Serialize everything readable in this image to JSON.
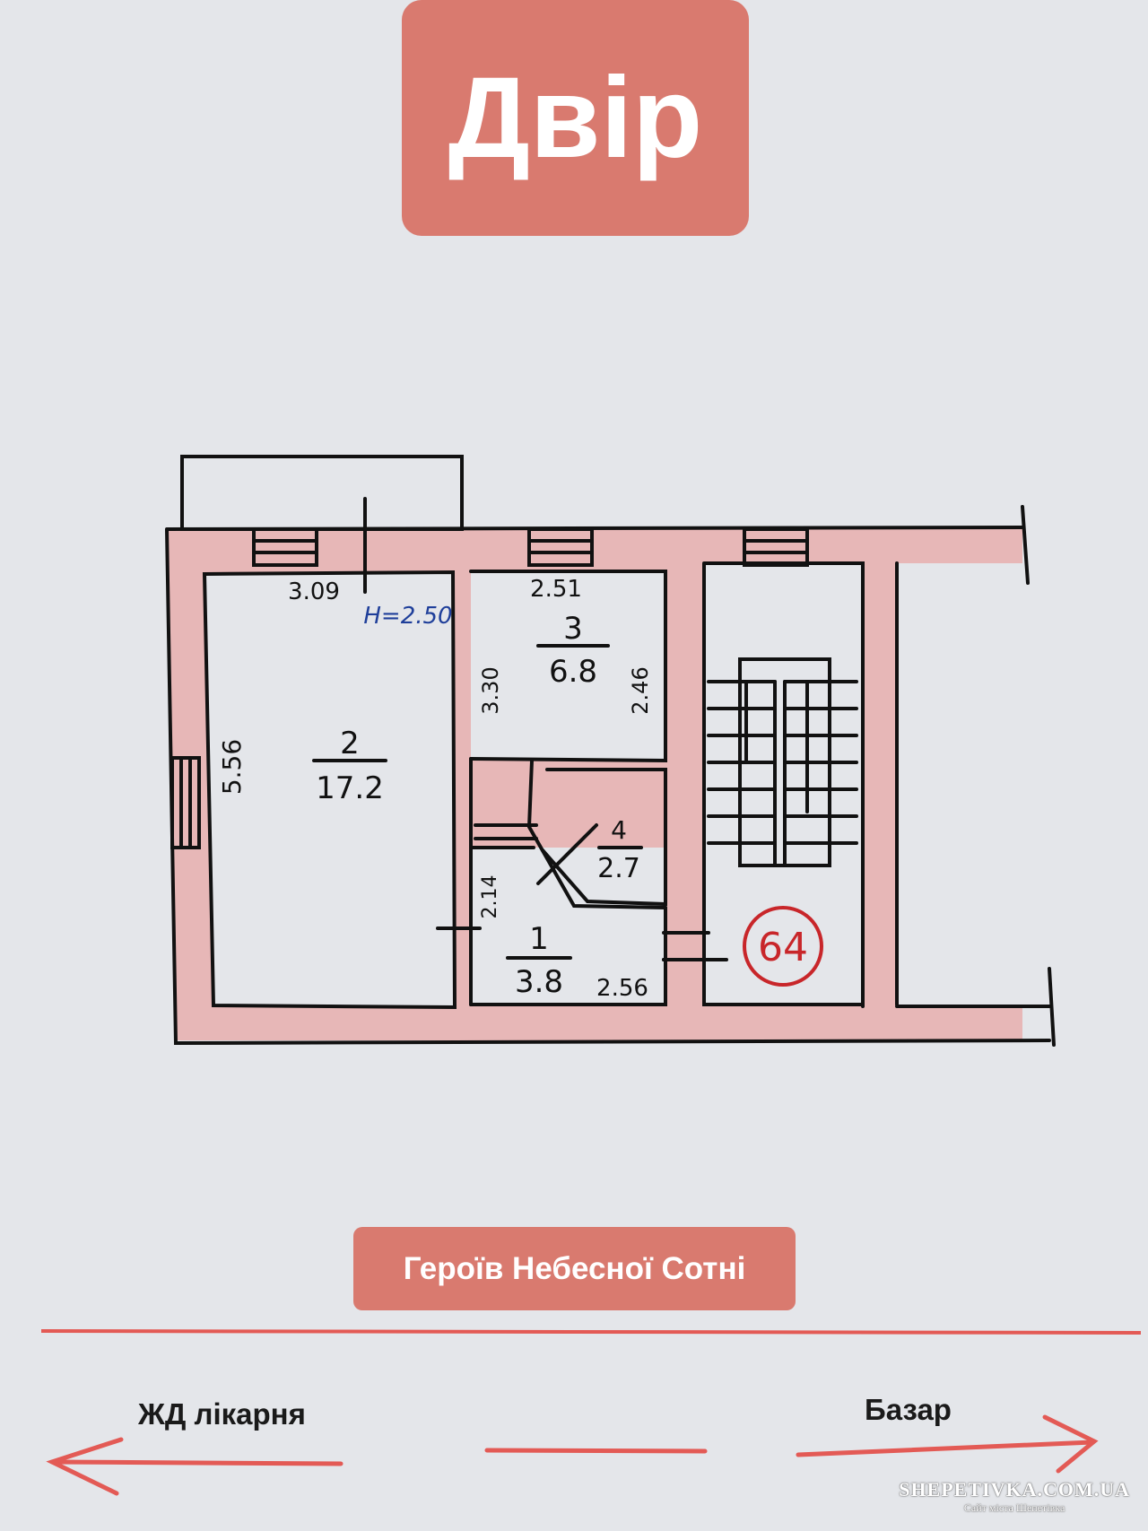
{
  "header": {
    "title": "Двір"
  },
  "street": {
    "name": "Героїв Небесної Сотні"
  },
  "directions": {
    "left": "ЖД лікарня",
    "right": "Базар"
  },
  "plan": {
    "ceiling_height": "H=2.50",
    "apartment_number": "64",
    "rooms": [
      {
        "number": "1",
        "area": "3.8"
      },
      {
        "number": "2",
        "area": "17.2"
      },
      {
        "number": "3",
        "area": "6.8"
      },
      {
        "number": "4",
        "area": "2.7"
      }
    ],
    "dimensions": {
      "room2_width": "3.09",
      "room2_length": "5.56",
      "room3_width": "2.51",
      "room3_length_left": "3.30",
      "room3_length_right": "2.46",
      "room1_width": "2.56",
      "room1_length": "2.14"
    }
  },
  "colors": {
    "accent": "#d97a6f",
    "wall_fill": "#e7b7b7",
    "ink": "#111111",
    "circle": "#c8262a",
    "blue_ink": "#1f3f9a"
  },
  "watermark": {
    "site": "SHEPETIVKA.COM.UA",
    "subtitle": "Сайт міста Шепетівка"
  }
}
